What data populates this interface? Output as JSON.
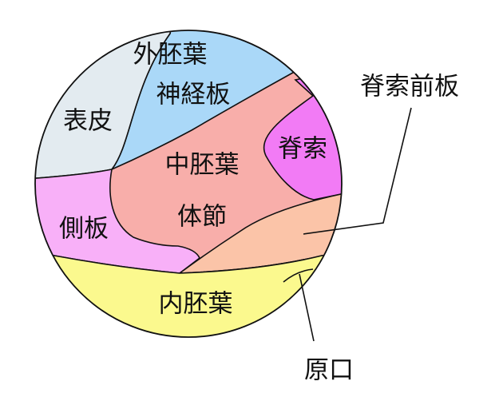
{
  "regions": {
    "ectoderm": {
      "label": "外胚葉",
      "color": "#aad8f8"
    },
    "neural_plate": {
      "label": "神経板"
    },
    "epidermis": {
      "label": "表皮",
      "color": "#e3ebf0"
    },
    "mesoderm": {
      "label": "中胚葉",
      "color": "#f8aeaa"
    },
    "somite": {
      "label": "体節"
    },
    "notochord": {
      "label": "脊索",
      "color": "#f27bf5"
    },
    "lateral_plate": {
      "label": "側板",
      "color": "#f8b0f8"
    },
    "prechordal_plate": {
      "label": "脊索前板",
      "color": "#fbc4a8"
    },
    "endoderm": {
      "label": "内胚葉",
      "color": "#fbf98e"
    },
    "blastopore": {
      "label": "原口"
    }
  }
}
